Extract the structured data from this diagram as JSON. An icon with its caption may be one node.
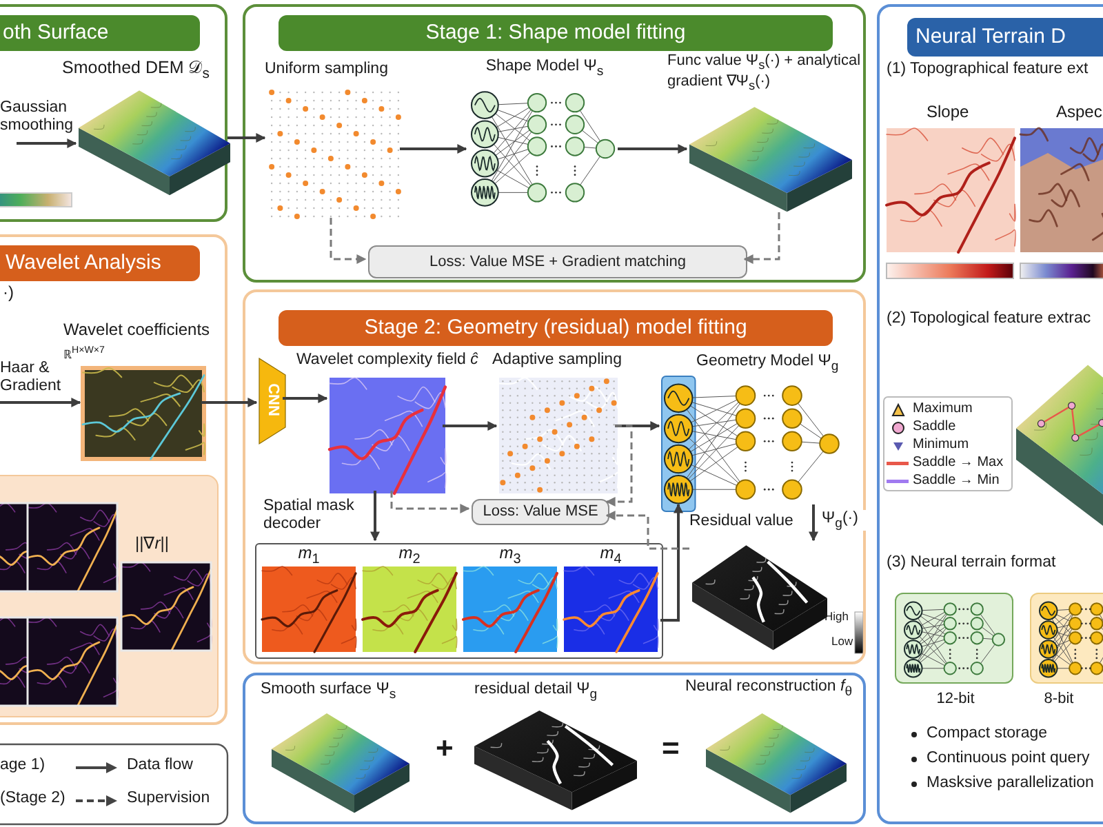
{
  "diagram": {
    "nodes": [
      {
        "text": [
          "oth Surface"
        ]
      },
      {
        "text": [
          "Smoothed DEM 𝒟$_{s}$"
        ],
        "in": 0
      },
      {
        "text": [
          "Stage 1: Shape model fitting"
        ]
      },
      {
        "text": [
          "Uniform sampling"
        ],
        "in": 2
      },
      {
        "text": [
          "Shape Model Ψ$_{s}$"
        ],
        "in": 2
      },
      {
        "text": [
          "Func value Ψ$_{s}$(·) + analytical gradient ∇Ψ$_{s}$(·)"
        ],
        "in": 2
      },
      {
        "text": [
          "Loss: Value MSE + Gradient matching"
        ],
        "in": 2
      },
      {
        "text": [
          "Wavelet Analysis"
        ]
      },
      {
        "text": [
          "Wavelet coefficients",
          "ℝ$^{H×W×7}$"
        ],
        "in": 7
      },
      {
        "text": [
          "Stage 2: Geometry (residual) model fitting"
        ]
      },
      {
        "text": [
          "CNN"
        ],
        "in": 9
      },
      {
        "text": [
          "Wavelet complexity field *ĉ*"
        ],
        "in": 9
      },
      {
        "text": [
          "Adaptive sampling"
        ],
        "in": 9
      },
      {
        "text": [
          "Geometry Model Ψ$_{g}$"
        ],
        "in": 9
      },
      {
        "text": [
          "Loss: Value MSE"
        ],
        "in": 9
      },
      {
        "text": [
          "Spatial mask decoder"
        ],
        "in": 9
      },
      {
        "text": [
          "*m*$_{1}$"
        ],
        "in": 15
      },
      {
        "text": [
          "*m*$_{2}$"
        ],
        "in": 15
      },
      {
        "text": [
          "*m*$_{3}$"
        ],
        "in": 15
      },
      {
        "text": [
          "*m*$_{4}$"
        ],
        "in": 15
      },
      {
        "text": [
          "Residual value"
        ],
        "in": 9
      },
      {
        "text": [],
        "shape": "box"
      },
      {
        "text": [
          "Smooth surface Ψ$_{s}$"
        ],
        "in": 21
      },
      {
        "text": [
          "residual detail Ψ$_{g}$"
        ],
        "in": 21
      },
      {
        "text": [
          "Neural reconstruction *f*$_{θ}$"
        ],
        "in": 21
      },
      {
        "text": [
          "Neural Terrain D"
        ]
      },
      {
        "text": [
          "12-bit"
        ],
        "in": 25
      },
      {
        "text": [
          "8-bit"
        ],
        "in": 25
      }
    ],
    "edges": [
      {
        "from": null,
        "to": 1,
        "arrow": "to",
        "label": "Gaussian smoothing"
      },
      {
        "from": 1,
        "to": 3,
        "arrow": "to"
      },
      {
        "from": 3,
        "to": 4,
        "arrow": "to"
      },
      {
        "from": 4,
        "to": 5,
        "arrow": "to"
      },
      {
        "from": 3,
        "to": 6,
        "arrow": "to",
        "style": "dashed"
      },
      {
        "from": 5,
        "to": 6,
        "arrow": "to",
        "style": "dashed"
      },
      {
        "from": null,
        "to": 8,
        "arrow": "to",
        "label": "Haar & Gradient"
      },
      {
        "from": 8,
        "to": 10,
        "arrow": "to"
      },
      {
        "from": 10,
        "to": 11,
        "arrow": "to"
      },
      {
        "from": 11,
        "to": 12,
        "arrow": "to"
      },
      {
        "from": 12,
        "to": 13,
        "arrow": "to"
      },
      {
        "from": 11,
        "to": 15,
        "arrow": "to"
      },
      {
        "from": 15,
        "to": 13,
        "arrow": "to"
      },
      {
        "from": 11,
        "to": 14,
        "arrow": "to",
        "style": "dashed"
      },
      {
        "from": 12,
        "to": 14,
        "arrow": "to",
        "style": "dashed"
      },
      {
        "from": 20,
        "to": 14,
        "arrow": "to",
        "style": "dashed"
      },
      {
        "from": 13,
        "to": 20,
        "arrow": "to",
        "label": "Ψ$_{g}$(·)"
      }
    ],
    "labels": [
      "·)",
      "||∇*r*||",
      "+",
      "=",
      "(1) Topographical feature ext",
      "Slope",
      "Aspec",
      "(2) Topological feature extrac",
      "(3) Neural terrain format",
      "Compact storage",
      "Continuous point query",
      "Masksive parallelization",
      "High",
      "Low"
    ],
    "legend": [
      {
        "text": "age 1)"
      },
      {
        "text": "(Stage 2)"
      },
      {
        "text": "Data flow"
      },
      {
        "text": "Supervision"
      },
      {
        "text": "Maximum"
      },
      {
        "text": "Saddle"
      },
      {
        "text": "Minimum"
      },
      {
        "text": "Saddle → Max"
      },
      {
        "text": "Saddle → Min"
      }
    ]
  }
}
